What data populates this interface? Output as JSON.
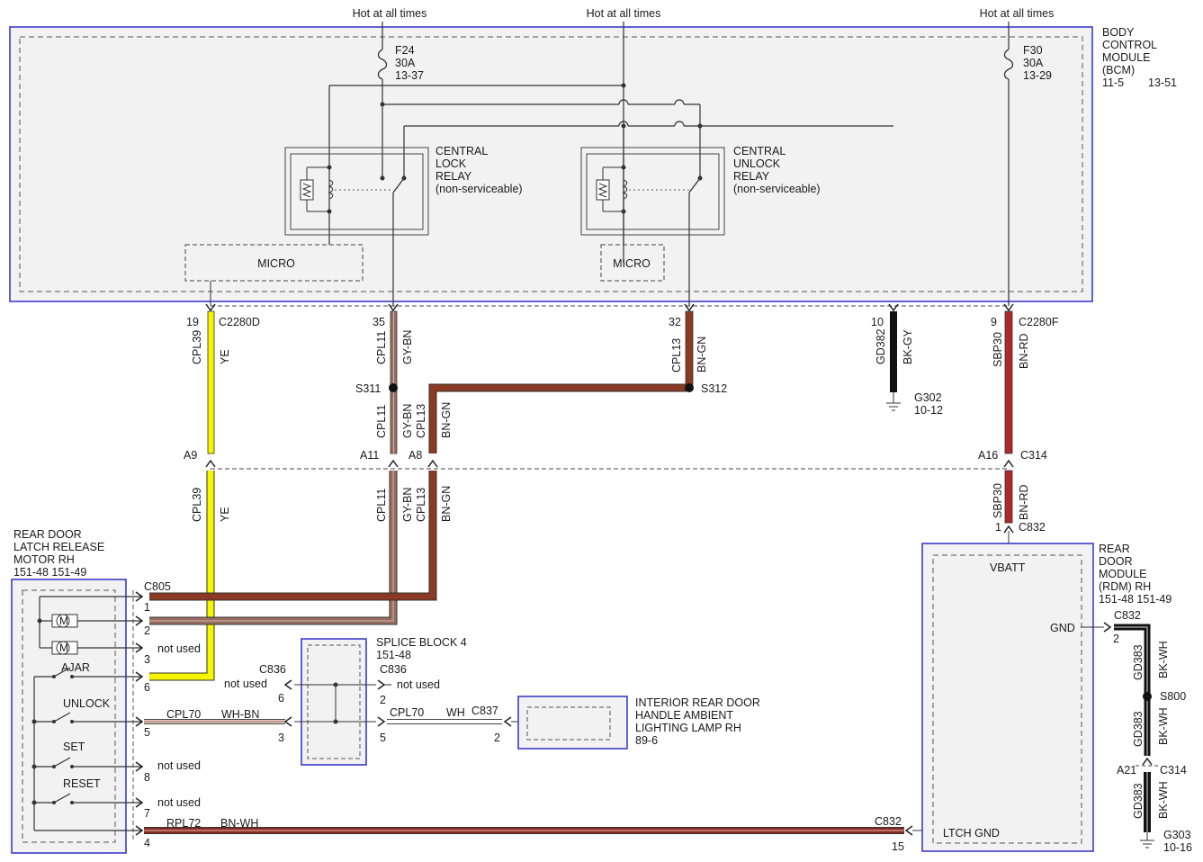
{
  "diagram": {
    "hot_labels": [
      "Hot at all times",
      "Hot at all times",
      "Hot at all times"
    ],
    "bcm": {
      "title": [
        "BODY",
        "CONTROL",
        "MODULE",
        "(BCM)"
      ],
      "refs": [
        "11-5",
        "13-51"
      ],
      "fuse1": [
        "F24",
        "30A",
        "13-37"
      ],
      "fuse2": [
        "F30",
        "30A",
        "13-29"
      ],
      "lock_relay": [
        "CENTRAL",
        "LOCK",
        "RELAY",
        "(non-serviceable)"
      ],
      "unlock_relay": [
        "CENTRAL",
        "UNLOCK",
        "RELAY",
        "(non-serviceable)"
      ],
      "micro1": "MICRO",
      "micro2": "MICRO"
    },
    "pins": {
      "p19": "19",
      "c2280d": "C2280D",
      "p35": "35",
      "p32": "32",
      "p10": "10",
      "p9": "9",
      "c2280f": "C2280F"
    },
    "wires": {
      "cpl39": "CPL39",
      "ye": "YE",
      "cpl11": "CPL11",
      "gybn": "GY-BN",
      "cpl13": "CPL13",
      "bngn": "BN-GN",
      "gd382": "GD382",
      "bkgy": "BK-GY",
      "sbp30": "SBP30",
      "bnrd": "BN-RD",
      "cpl70": "CPL70",
      "whbn": "WH-BN",
      "wh": "WH",
      "rpl72": "RPL72",
      "bnwh": "BN-WH",
      "gd383": "GD383",
      "bkwh": "BK-WH"
    },
    "splices": {
      "s311": "S311",
      "s312": "S312",
      "s800": "S800"
    },
    "grounds": {
      "g302": "G302",
      "g302_ref": "10-12",
      "g303": "G303",
      "g303_ref": "10-16"
    },
    "connectors": {
      "a9": "A9",
      "a11": "A11",
      "a8": "A8",
      "a16": "A16",
      "c314": "C314",
      "c832": "C832",
      "pin1": "1",
      "a21": "A21",
      "c805": "C805",
      "c836": "C836",
      "c837": "C837"
    },
    "motor": {
      "title": [
        "REAR DOOR",
        "LATCH RELEASE",
        "MOTOR RH",
        "151-48  151-49"
      ],
      "switches": [
        "AJAR",
        "UNLOCK",
        "SET",
        "RESET"
      ],
      "pins": [
        "1",
        "2",
        "3",
        "6",
        "5",
        "8",
        "7",
        "4"
      ]
    },
    "splice_block": {
      "title": [
        "SPLICE BLOCK 4",
        "151-48"
      ],
      "pins": [
        "6",
        "3",
        "2",
        "5"
      ]
    },
    "lamp": {
      "title": [
        "INTERIOR REAR DOOR",
        "HANDLE AMBIENT",
        "LIGHTING LAMP RH",
        "89-6"
      ],
      "pin": "2"
    },
    "rdm": {
      "title": [
        "REAR",
        "DOOR",
        "MODULE",
        "(RDM) RH",
        "151-48  151-49"
      ],
      "vbatt": "VBATT",
      "gnd": "GND",
      "ltch_gnd": "LTCH GND",
      "pin2": "2",
      "pin15": "15"
    },
    "not_used": "not used"
  }
}
